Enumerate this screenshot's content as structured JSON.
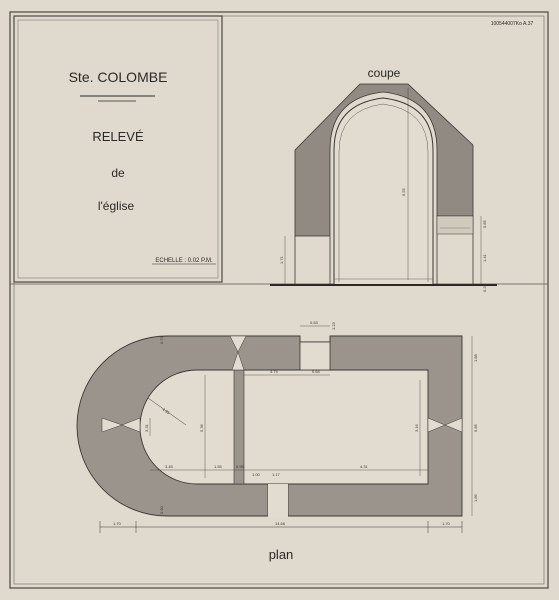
{
  "ref": "100544007Ko A.37",
  "title_block": {
    "church_name": "Ste. COLOMBE",
    "line1": "RELEVÉ",
    "line2": "de",
    "line3": "l'église",
    "scale": "ECHELLE : 0.02 P.M."
  },
  "section": {
    "label": "coupe",
    "dims": {
      "height": "6.55",
      "left_wall": "1.71",
      "right_top": "0.85",
      "right_mid": "1.41",
      "ground": "0.25"
    }
  },
  "plan": {
    "label": "plan",
    "dims": {
      "radius": "4.35",
      "apse_depth": "3.31",
      "nave_width": "5.36",
      "right_width": "5.85",
      "left_inner": "3.45",
      "bay_a": "4.74",
      "bay_b": "0.95",
      "bay_c": "0.64",
      "bay_d": "4.31",
      "bay_e": "1.55",
      "bay_f": "1.00",
      "door_w": "1.17",
      "tower": "0.53",
      "wall_top": "1.23",
      "right_ext_top": "1.88",
      "right_ext_bot": "1.86",
      "bottom_total": "14.66",
      "bottom_left": "1.70",
      "bottom_right": "1.70",
      "small_left": "1.35",
      "small_right": "1.10",
      "left_top": "0.74",
      "left_bot": "0.90",
      "inner_h": "3.16"
    }
  }
}
